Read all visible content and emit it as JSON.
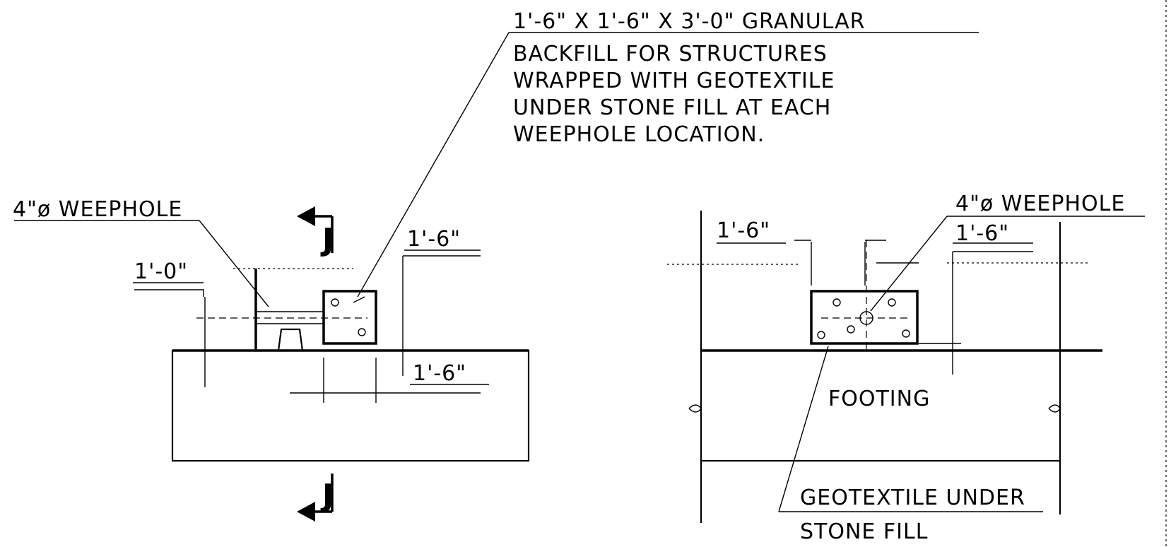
{
  "callouts": {
    "backfill_line1": "1'-6\" X 1'-6\" X 3'-0\" GRANULAR",
    "backfill_line2": "BACKFILL FOR STRUCTURES",
    "backfill_line3": "WRAPPED WITH GEOTEXTILE",
    "backfill_line4": "UNDER STONE FILL AT EACH",
    "backfill_line5": "WEEPHOLE LOCATION.",
    "weephole_left": "4\"ø WEEPHOLE",
    "weephole_right": "4\"ø WEEPHOLE",
    "geotextile_line1": "GEOTEXTILE UNDER",
    "geotextile_line2": "STONE FILL",
    "footing": "FOOTING"
  },
  "section_marks": {
    "top": "J",
    "bottom": "J"
  },
  "dimensions": {
    "left_height": "1'-0\"",
    "left_box_height": "1'-6\"",
    "left_box_width": "1'-6\"",
    "right_box_width": "1'-6\"",
    "right_box_height": "1'-6\""
  }
}
